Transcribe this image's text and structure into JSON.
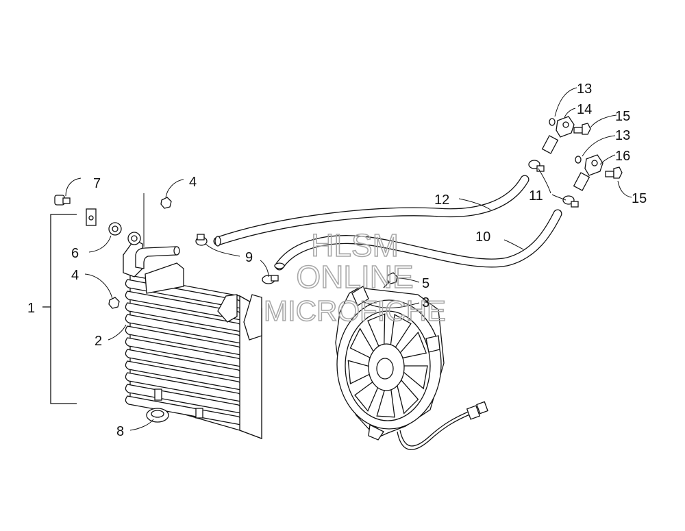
{
  "watermark": {
    "line1": "HLSM",
    "line2": "ONLINE",
    "line3": "MICROFICHE"
  },
  "callouts": {
    "c1": "1",
    "c2": "2",
    "c3": "3",
    "c4a": "4",
    "c4b": "4",
    "c5": "5",
    "c6": "6",
    "c7": "7",
    "c8": "8",
    "c9": "9",
    "c10": "10",
    "c11": "11",
    "c12": "12",
    "c13a": "13",
    "c13b": "13",
    "c14": "14",
    "c15a": "15",
    "c15b": "15",
    "c16": "16"
  }
}
